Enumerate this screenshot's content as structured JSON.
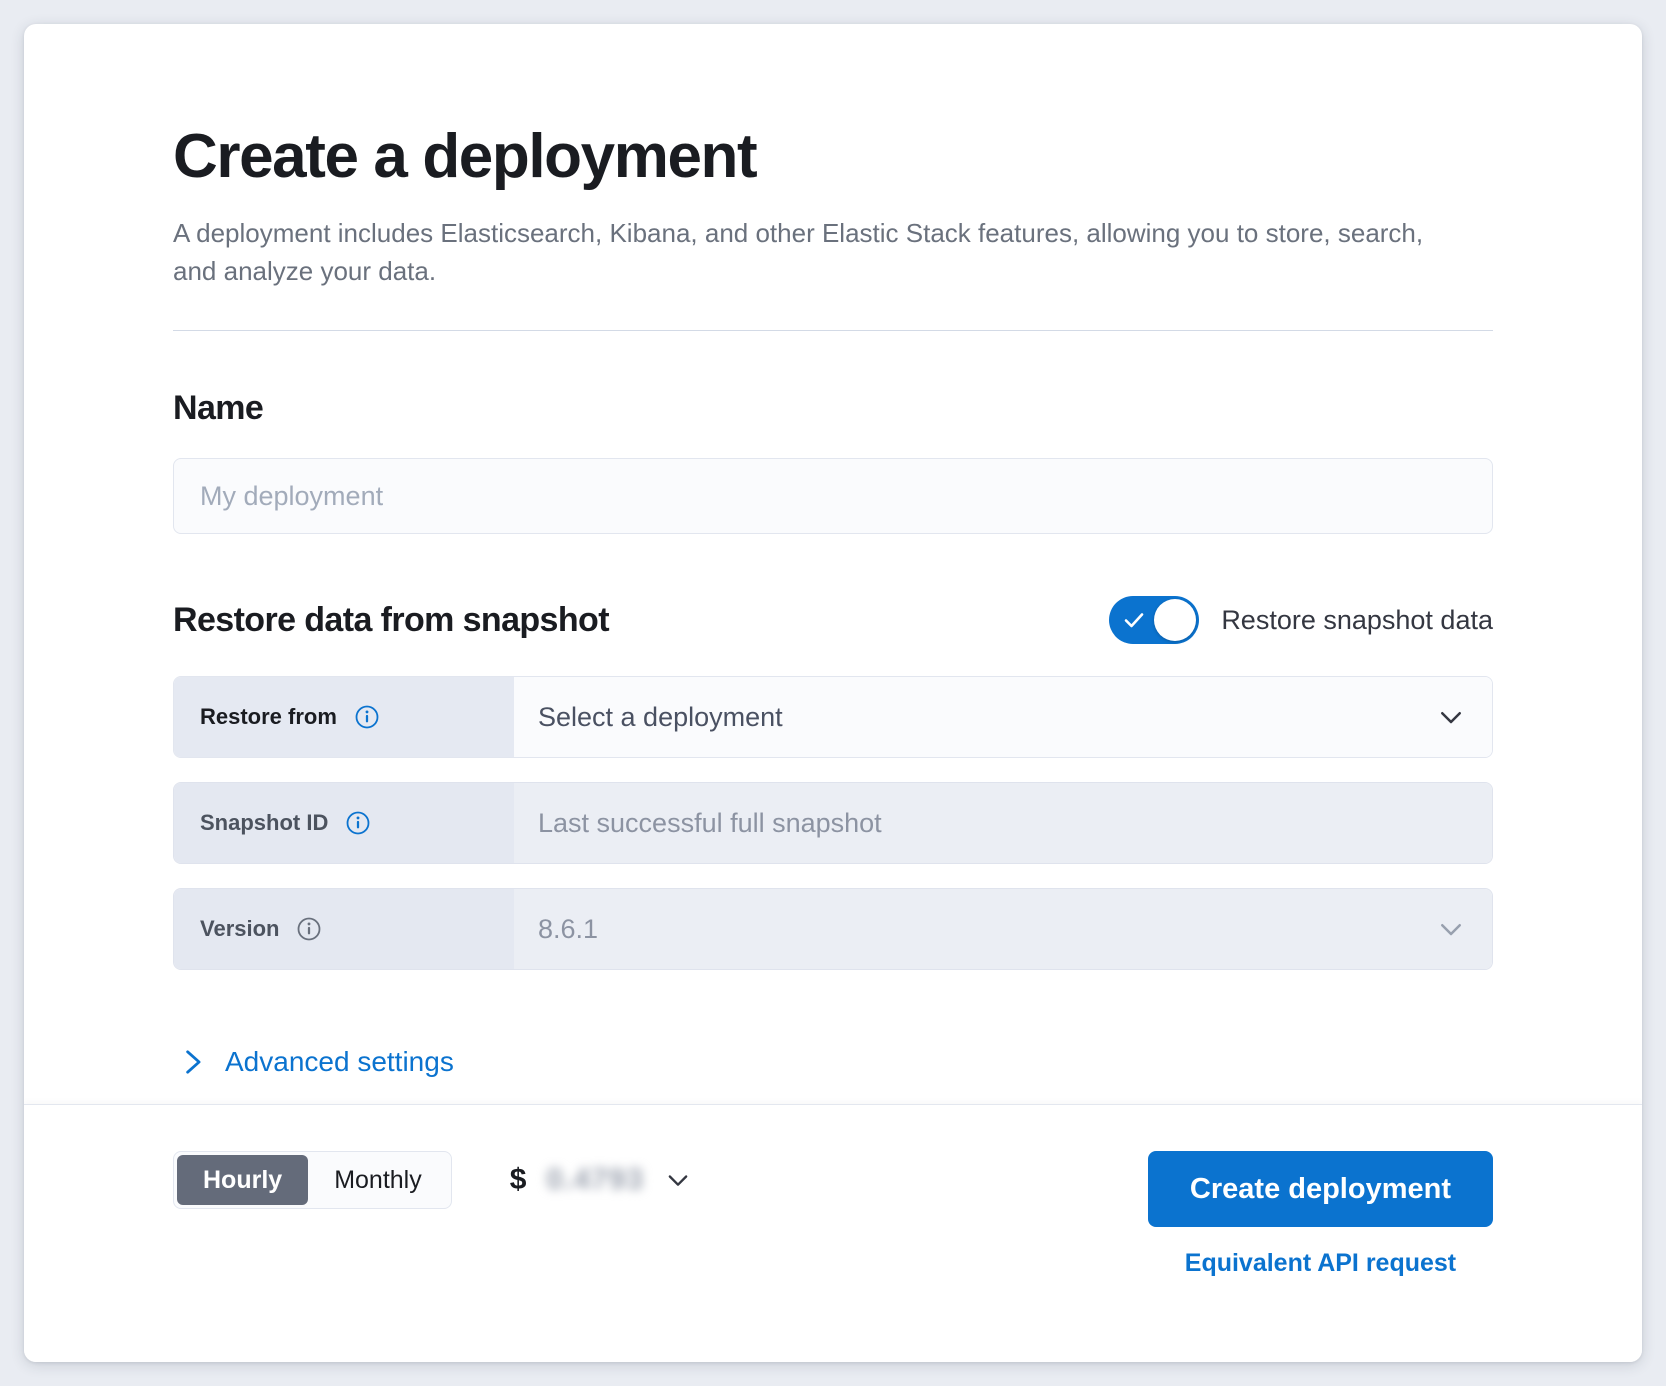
{
  "header": {
    "title": "Create a deployment",
    "subtitle": "A deployment includes Elasticsearch, Kibana, and other Elastic Stack features, allowing you to store, search, and analyze your data."
  },
  "name_section": {
    "heading": "Name",
    "input_placeholder": "My deployment",
    "input_value": ""
  },
  "restore_section": {
    "heading": "Restore data from snapshot",
    "toggle_label": "Restore snapshot data",
    "toggle_on": true,
    "rows": [
      {
        "label": "Restore from",
        "value": "Select a deployment",
        "is_placeholder": true,
        "disabled": false,
        "has_chevron": true,
        "info_icon": "info-icon"
      },
      {
        "label": "Snapshot ID",
        "value": "Last successful full snapshot",
        "is_placeholder": true,
        "disabled": true,
        "has_chevron": false,
        "info_icon": "info-icon"
      },
      {
        "label": "Version",
        "value": "8.6.1",
        "is_placeholder": false,
        "disabled": true,
        "has_chevron": true,
        "info_icon": "info-icon"
      }
    ],
    "advanced_settings_label": "Advanced settings"
  },
  "footer": {
    "billing_options": [
      "Hourly",
      "Monthly"
    ],
    "billing_selected": "Hourly",
    "price_currency": "$",
    "price_amount": "0.4793",
    "price_redacted": true,
    "create_button_label": "Create deployment",
    "api_link_label": "Equivalent API request"
  },
  "colors": {
    "accent": "#0b73cf",
    "heading": "#1a1c21",
    "muted_text": "#6a717d",
    "placeholder": "#a2abba",
    "segment_active_bg": "#646b7a",
    "label_bg": "#e5e9f2",
    "disabled_bg": "#ebeef4"
  }
}
